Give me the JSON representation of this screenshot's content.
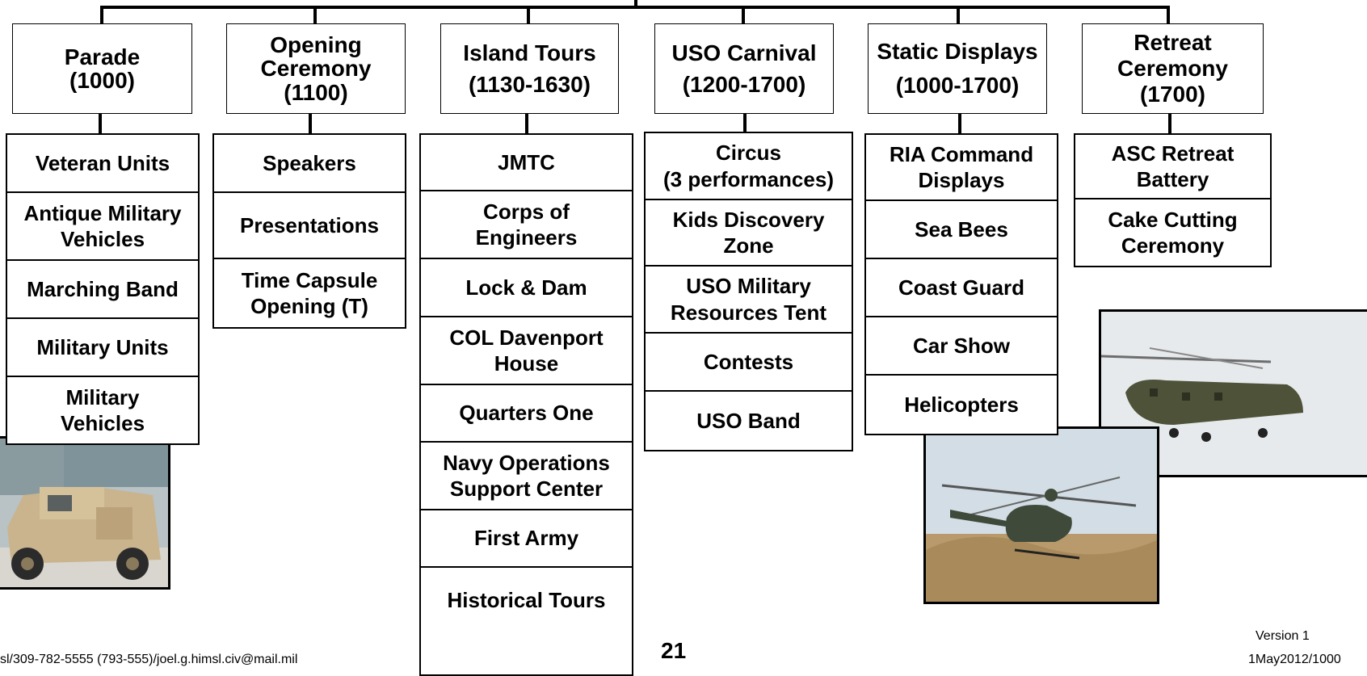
{
  "events": [
    {
      "name_lines": [
        "Parade",
        "(1000)"
      ],
      "items": [
        "Veteran Units",
        "Antique Military\nVehicles",
        "Marching Band",
        "Military Units",
        "Military\nVehicles"
      ]
    },
    {
      "name_lines": [
        "Opening",
        "Ceremony",
        "(1100)"
      ],
      "items": [
        "Speakers",
        "Presentations",
        "Time Capsule\nOpening (T)"
      ]
    },
    {
      "name_lines": [
        "Island Tours",
        "(1130-1630)"
      ],
      "items": [
        "JMTC",
        "Corps of\nEngineers",
        "Lock & Dam",
        "COL Davenport\nHouse",
        "Quarters One",
        "Navy Operations\nSupport Center",
        "First Army",
        "Historical Tours"
      ]
    },
    {
      "name_lines": [
        "USO Carnival",
        "(1200-1700)"
      ],
      "items": [
        "Circus\n(3 performances)",
        "Kids Discovery\nZone",
        "USO Military\nResources Tent",
        "Contests",
        "USO Band"
      ]
    },
    {
      "name_lines": [
        "Static Displays",
        "(1000-1700)"
      ],
      "items": [
        "RIA Command\nDisplays",
        "Sea Bees",
        "Coast Guard",
        "Car Show",
        "Helicopters"
      ]
    },
    {
      "name_lines": [
        "Retreat",
        "Ceremony",
        "(1700)"
      ],
      "items": [
        "ASC Retreat\nBattery",
        "Cake Cutting\nCeremony"
      ]
    }
  ],
  "footer": {
    "contact": "sl/309-782-5555 (793-555)/joel.g.himsl.civ@mail.mil",
    "page_number": "21",
    "version": "Version 1",
    "date": "1May2012/1000"
  },
  "photos": {
    "humvee": "humvee-photo",
    "kiowa": "helicopter-photo",
    "chinook": "chinook-photo"
  }
}
